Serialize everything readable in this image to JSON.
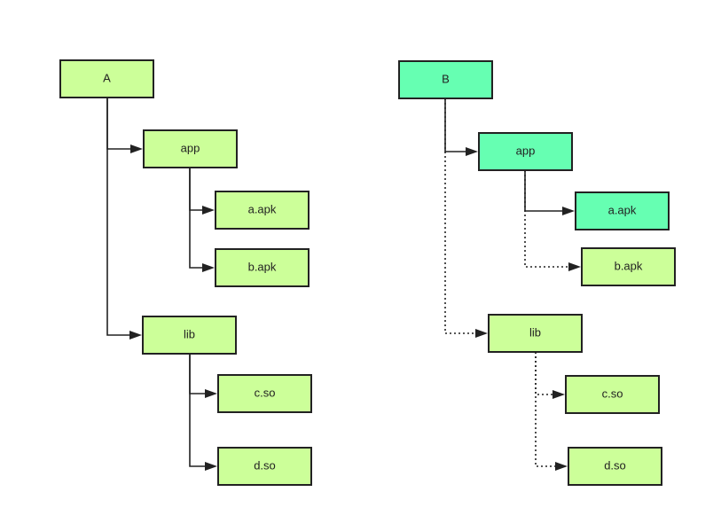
{
  "colors": {
    "green_node": "#ccff99",
    "teal_node": "#66ffb2",
    "outline": "#222222"
  },
  "diagram": {
    "trees": [
      {
        "id": "A",
        "label": "A",
        "color": "#ccff99",
        "children": [
          {
            "id": "A-app",
            "label": "app",
            "color": "#ccff99",
            "line": "solid",
            "children": [
              {
                "id": "A-app-a",
                "label": "a.apk",
                "color": "#ccff99",
                "line": "solid"
              },
              {
                "id": "A-app-b",
                "label": "b.apk",
                "color": "#ccff99",
                "line": "solid"
              }
            ]
          },
          {
            "id": "A-lib",
            "label": "lib",
            "color": "#ccff99",
            "line": "solid",
            "children": [
              {
                "id": "A-lib-c",
                "label": "c.so",
                "color": "#ccff99",
                "line": "solid"
              },
              {
                "id": "A-lib-d",
                "label": "d.so",
                "color": "#ccff99",
                "line": "solid"
              }
            ]
          }
        ]
      },
      {
        "id": "B",
        "label": "B",
        "color": "#66ffb2",
        "children": [
          {
            "id": "B-app",
            "label": "app",
            "color": "#66ffb2",
            "line": "solid",
            "children": [
              {
                "id": "B-app-a",
                "label": "a.apk",
                "color": "#66ffb2",
                "line": "solid"
              },
              {
                "id": "B-app-b",
                "label": "b.apk",
                "color": "#ccff99",
                "line": "dotted"
              }
            ]
          },
          {
            "id": "B-lib",
            "label": "lib",
            "color": "#ccff99",
            "line": "dotted",
            "children": [
              {
                "id": "B-lib-c",
                "label": "c.so",
                "color": "#ccff99",
                "line": "dotted"
              },
              {
                "id": "B-lib-d",
                "label": "d.so",
                "color": "#ccff99",
                "line": "dotted"
              }
            ]
          }
        ]
      }
    ]
  }
}
